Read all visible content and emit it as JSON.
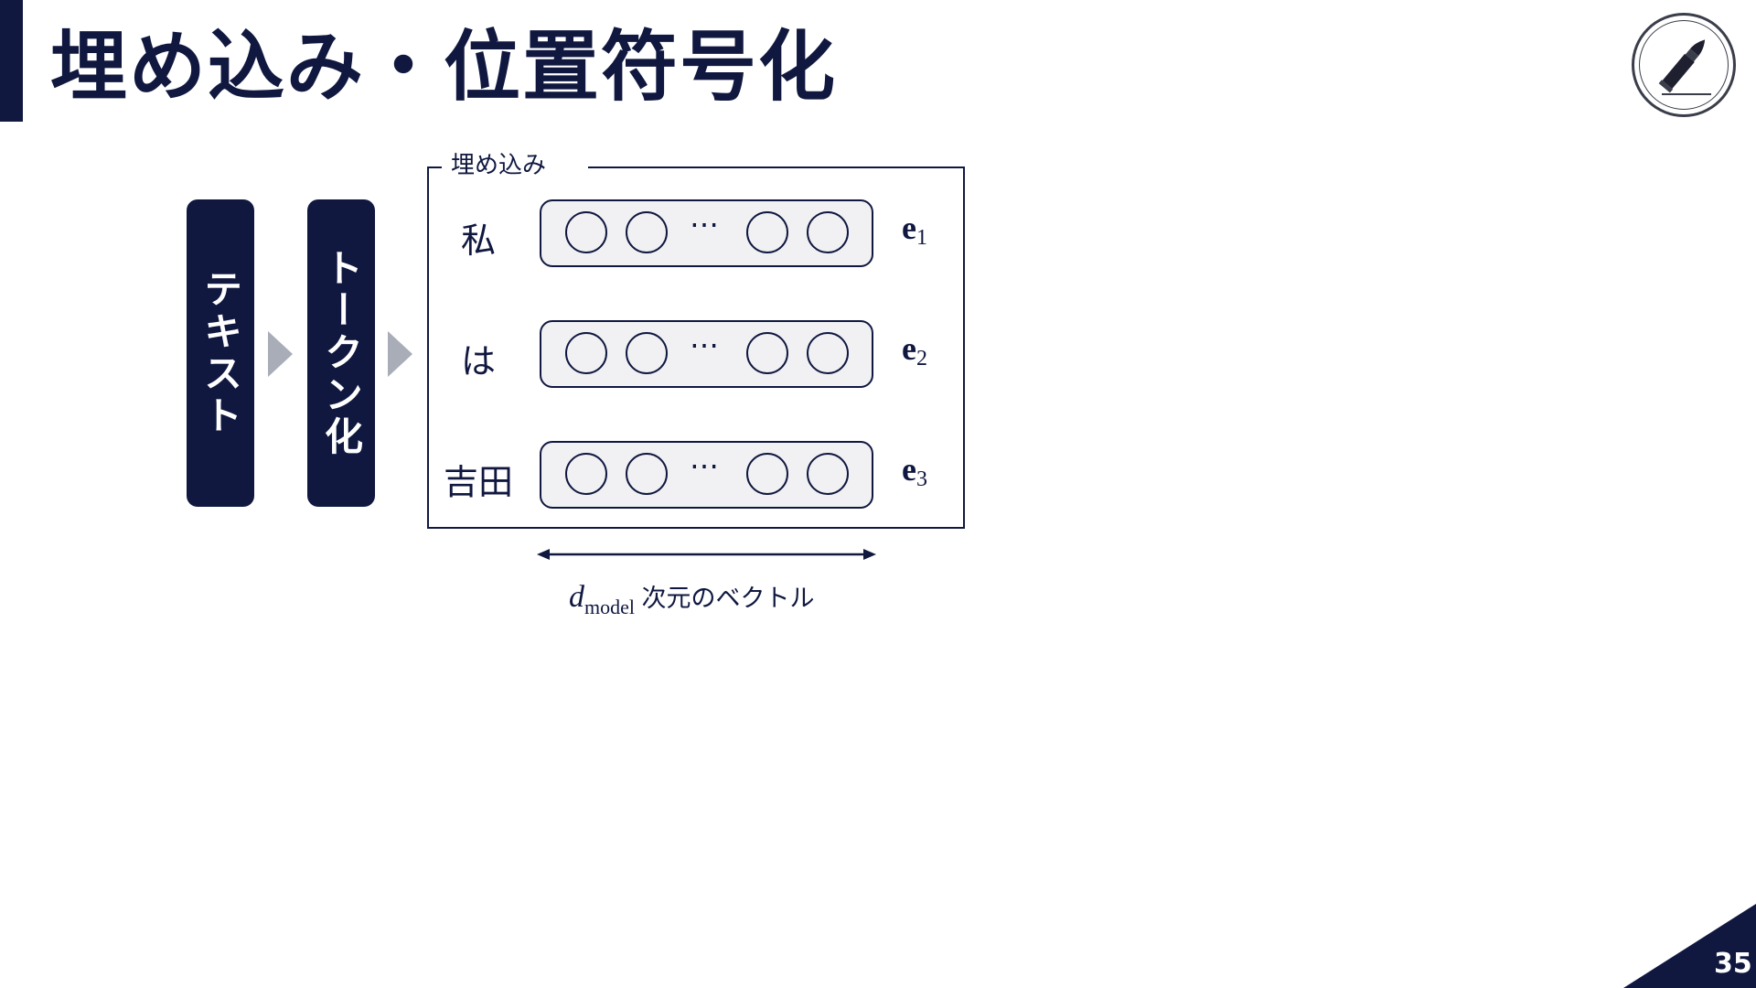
{
  "slide": {
    "title": "埋め込み・位置符号化",
    "page_number": "35"
  },
  "pipeline": {
    "step1": "テキスト",
    "step2": "トークン化"
  },
  "embedding": {
    "label": "埋め込み",
    "tokens": [
      {
        "text": "私",
        "vector_label": "e",
        "index": "1"
      },
      {
        "text": "は",
        "vector_label": "e",
        "index": "2"
      },
      {
        "text": "吉田",
        "vector_label": "e",
        "index": "3"
      }
    ],
    "ellipsis": "⋯",
    "dimension": {
      "symbol": "d",
      "subscript": "model",
      "text": "次元のベクトル"
    }
  },
  "colors": {
    "navy": "#101840",
    "arrow_gray": "#a9adb8",
    "vector_fill": "#f1f1f3"
  },
  "icons": {
    "logo": "bullet-icon"
  }
}
